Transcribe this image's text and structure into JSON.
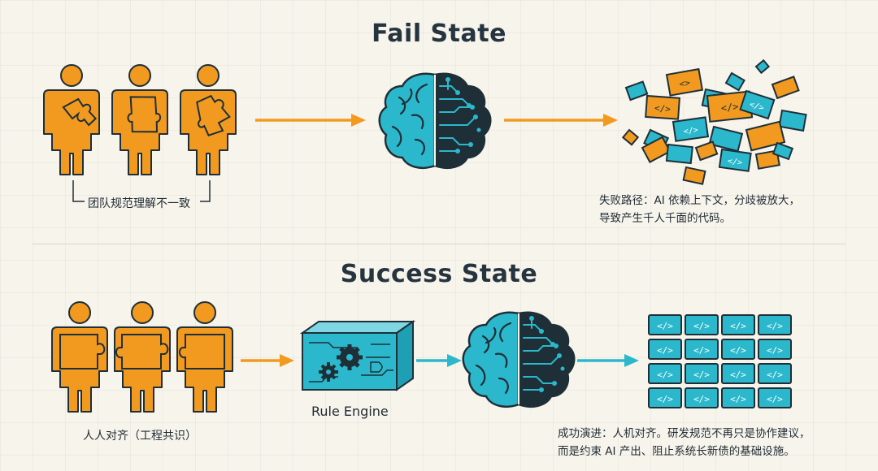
{
  "fail": {
    "title": "Fail State",
    "team_label": "团队规范理解不一致",
    "desc_line1": "失败路径：AI 依赖上下文，分歧被放大，",
    "desc_line2": "导致产生千人千面的代码。"
  },
  "success": {
    "title": "Success State",
    "team_label": "人人对齐（工程共识）",
    "engine_label": "Rule Engine",
    "desc_line1": "成功演进：人机对齐。研发规范不再只是协作建议，",
    "desc_line2": "而是约束 AI 产出、阻止系统长新债的基础设施。"
  },
  "colors": {
    "orange": "#f19a1f",
    "teal": "#2bb8cc",
    "dark": "#1f2f38",
    "background": "#f7f4ec"
  },
  "icons": [
    "person-icon",
    "puzzle-piece-icon",
    "arrow-icon",
    "brain-icon",
    "code-fragment-icon",
    "rule-engine-icon",
    "gear-icon",
    "code-tile-icon"
  ]
}
